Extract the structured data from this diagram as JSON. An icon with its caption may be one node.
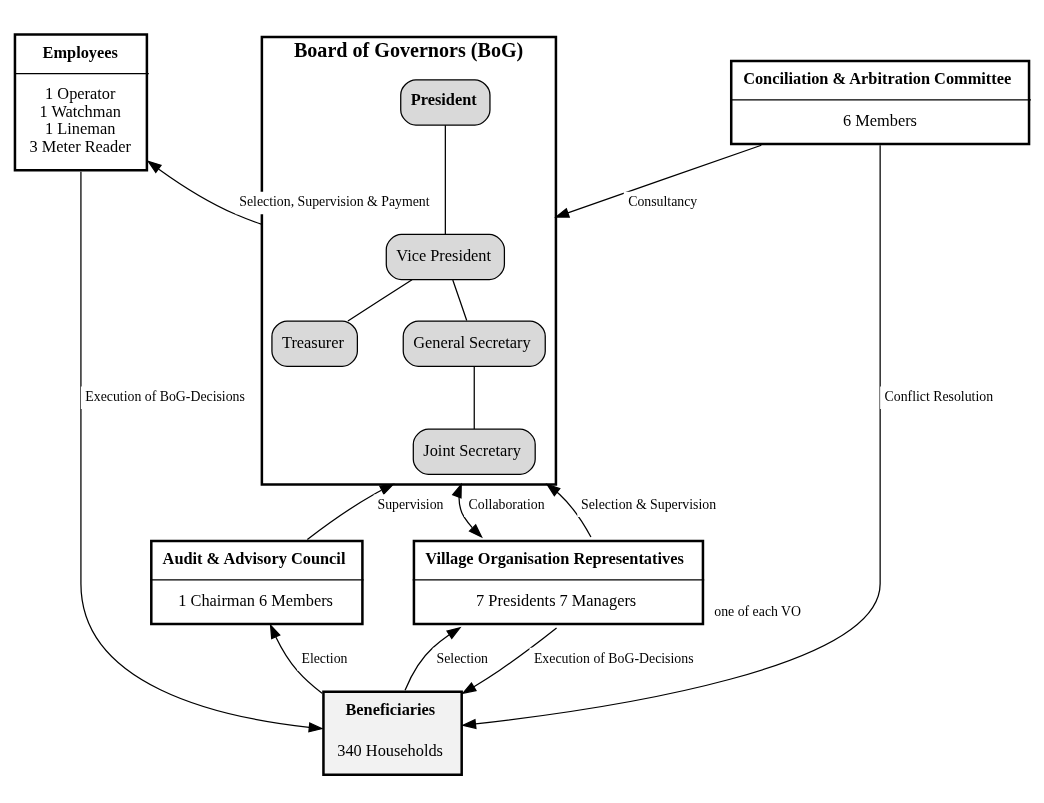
{
  "diagram": {
    "nodes": [
      {
        "text": [
          "Employees",
          "1 Operator",
          "1 Watchman",
          "1 Lineman",
          "3 Meter Reader"
        ]
      },
      {
        "text": [
          "Board of Governors (BoG)"
        ]
      },
      {
        "text": [
          "President"
        ],
        "in": 1
      },
      {
        "text": [
          "Vice President"
        ],
        "in": 1
      },
      {
        "text": [
          "Treasurer"
        ],
        "in": 1
      },
      {
        "text": [
          "General Secretary"
        ],
        "in": 1
      },
      {
        "text": [
          "Joint Secretary"
        ],
        "in": 1
      },
      {
        "text": [
          "Conciliation & Arbitration Committee",
          "6 Members"
        ]
      },
      {
        "text": [
          "Audit & Advisory Council",
          "1 Chairman 6 Members"
        ]
      },
      {
        "text": [
          "Village Organisation Representatives",
          "7 Presidents 7 Managers"
        ],
        "beside": [
          "one of each VO"
        ]
      },
      {
        "text": [
          "Beneficiaries",
          "340 Households"
        ]
      }
    ],
    "edges": [
      {
        "from": 1,
        "to": 0,
        "arrow": "to",
        "label": "Selection, Supervision & Payment"
      },
      {
        "from": 7,
        "to": 1,
        "arrow": "to",
        "label": "Consultancy"
      },
      {
        "from": 2,
        "to": 3,
        "arrow": "none"
      },
      {
        "from": 3,
        "to": 4,
        "arrow": "none"
      },
      {
        "from": 3,
        "to": 5,
        "arrow": "none"
      },
      {
        "from": 5,
        "to": 6,
        "arrow": "none"
      },
      {
        "from": 0,
        "to": 10,
        "arrow": "to",
        "label": "Execution of BoG-Decisions"
      },
      {
        "from": 7,
        "to": 10,
        "arrow": "to",
        "label": "Conflict Resolution"
      },
      {
        "from": 8,
        "to": 1,
        "arrow": "to",
        "label": "Supervision"
      },
      {
        "from": 9,
        "to": 1,
        "arrow": "to",
        "label": "Selection & Supervision"
      },
      {
        "from": 9,
        "to": 1,
        "arrow": "both",
        "label": "Collaboration"
      },
      {
        "from": 10,
        "to": 8,
        "arrow": "to",
        "label": "Election"
      },
      {
        "from": 10,
        "to": 9,
        "arrow": "to",
        "label": "Selection"
      },
      {
        "from": 9,
        "to": 10,
        "arrow": "to",
        "label": "Execution of BoG-Decisions"
      }
    ]
  }
}
